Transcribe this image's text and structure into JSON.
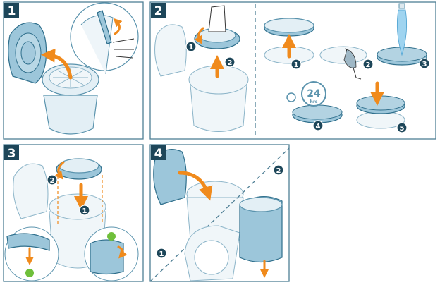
{
  "panels": [
    {
      "step": "1"
    },
    {
      "step": "2",
      "left_callouts": [
        "1",
        "2"
      ],
      "right_callouts": [
        "1",
        "2",
        "3",
        "4",
        "5"
      ],
      "timer": {
        "value": "24",
        "unit": "hrs"
      }
    },
    {
      "step": "3",
      "callouts": [
        "1",
        "2"
      ]
    },
    {
      "step": "4",
      "callouts": [
        "1",
        "2"
      ]
    }
  ],
  "colors": {
    "badge": "#1d4659",
    "arrow": "#f08a1c",
    "line": "#4f7f95",
    "fill": "#9cc6da",
    "check": "#6fbf3a"
  }
}
